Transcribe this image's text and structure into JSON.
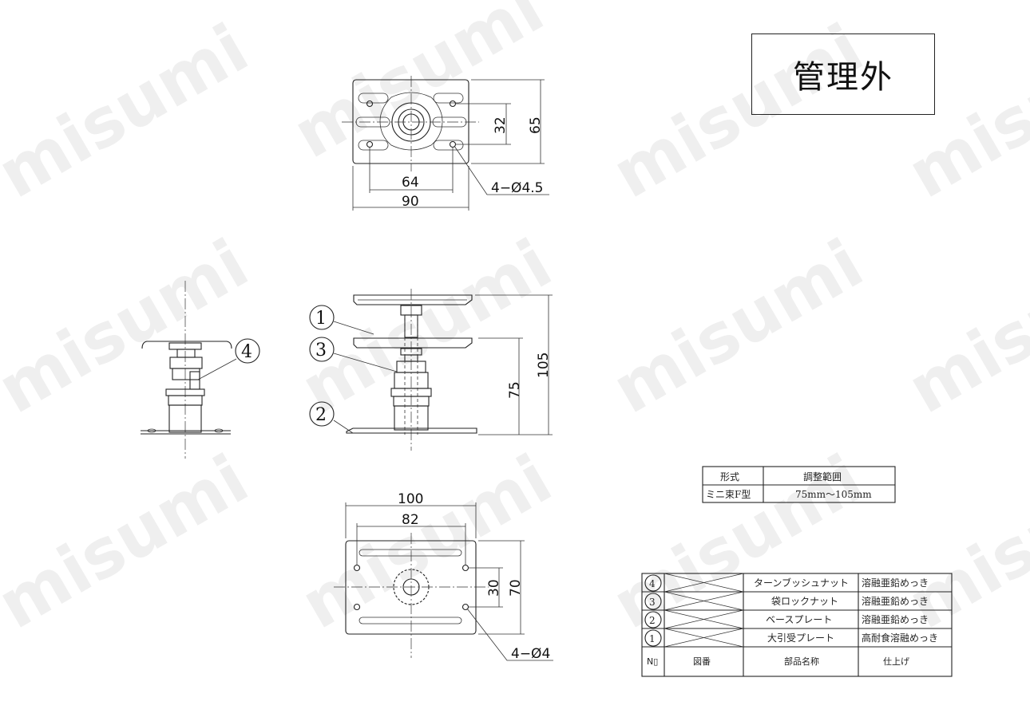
{
  "watermark": "misumi",
  "stamp": "管理外",
  "top_view": {
    "dim_width_outer": "90",
    "dim_width_holes": "64",
    "dim_height_outer": "65",
    "dim_height_holes": "32",
    "hole_note": "4−Ø4.5"
  },
  "front_view": {
    "dim_total_height": "105",
    "dim_min_height": "75"
  },
  "bottom_view": {
    "dim_width_outer": "100",
    "dim_width_holes": "82",
    "dim_height_outer": "70",
    "dim_height_holes": "30",
    "hole_note": "4−Ø4"
  },
  "balloons": [
    "1",
    "2",
    "3",
    "4"
  ],
  "range_table": {
    "headers": [
      "形式",
      "調整範囲"
    ],
    "row": [
      "ミニ束F型",
      "75mm〜105mm"
    ]
  },
  "parts_table": {
    "rows": [
      {
        "no": "4",
        "name": "ターンブッシュナット",
        "finish": "溶融亜鉛めっき"
      },
      {
        "no": "3",
        "name": "袋ロックナット",
        "finish": "溶融亜鉛めっき"
      },
      {
        "no": "2",
        "name": "ベースプレート",
        "finish": "溶融亜鉛めっき"
      },
      {
        "no": "1",
        "name": "大引受プレート",
        "finish": "高耐食溶融めっき"
      }
    ],
    "header": {
      "no": "N▯",
      "drawing": "図番",
      "name": "部品名称",
      "finish": "仕上げ"
    }
  }
}
